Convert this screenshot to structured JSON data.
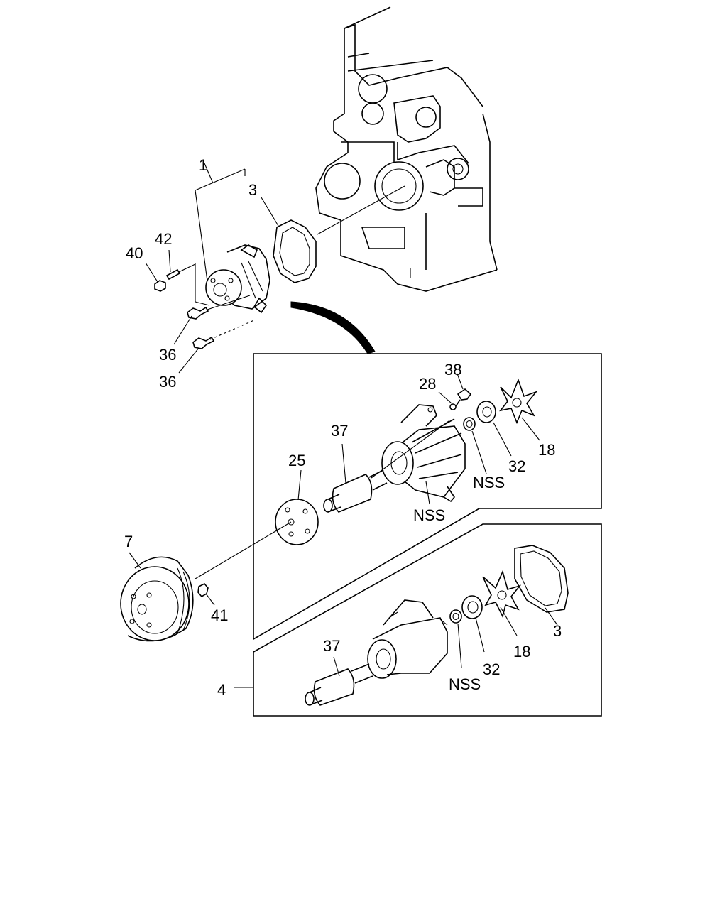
{
  "callouts": {
    "c1": "1",
    "c3_top": "3",
    "c42": "42",
    "c40": "40",
    "c36_a": "36",
    "c36_b": "36",
    "c38": "38",
    "c28": "28",
    "c37_top": "37",
    "c25": "25",
    "c7": "7",
    "c41": "41",
    "c32_top": "32",
    "c18_top": "18",
    "cnss_pump": "NSS",
    "cnss_seal_top": "NSS",
    "c37_bot": "37",
    "c4": "4",
    "cnss_seal_bot": "NSS",
    "c32_bot": "32",
    "c18_bot": "18",
    "c3_bot": "3"
  }
}
